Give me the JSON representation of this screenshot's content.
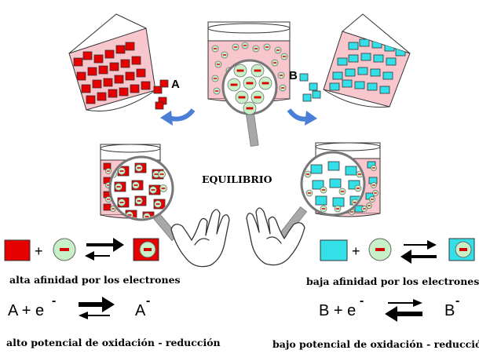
{
  "labels": {
    "a": "A",
    "b": "B",
    "center": "EQUILIBRIO",
    "left_affinity": "alta afinidad por los electrones",
    "right_affinity": "baja afinidad por los electrones",
    "left_potential": "alto potencial de oxidación - reducción",
    "right_potential": "bajo potencial de oxidación - reducción",
    "plus": "+"
  },
  "equations": {
    "left": {
      "lhs": "A + e",
      "lhs_sup": "-",
      "rhs": "A",
      "rhs_sup": "-"
    },
    "right": {
      "lhs": "B + e",
      "lhs_sup": "-",
      "rhs": "B",
      "rhs_sup": "-"
    }
  },
  "electron_sign": "−",
  "colors": {
    "species_a": "#e60000",
    "species_b": "#33e0e8",
    "electron_fill": "#c8f0c8",
    "electron_mark": "#d40000",
    "liquid": "#f6c0c8",
    "curved_arrow": "#4a7fd8",
    "handle": "#a8a8a8"
  }
}
